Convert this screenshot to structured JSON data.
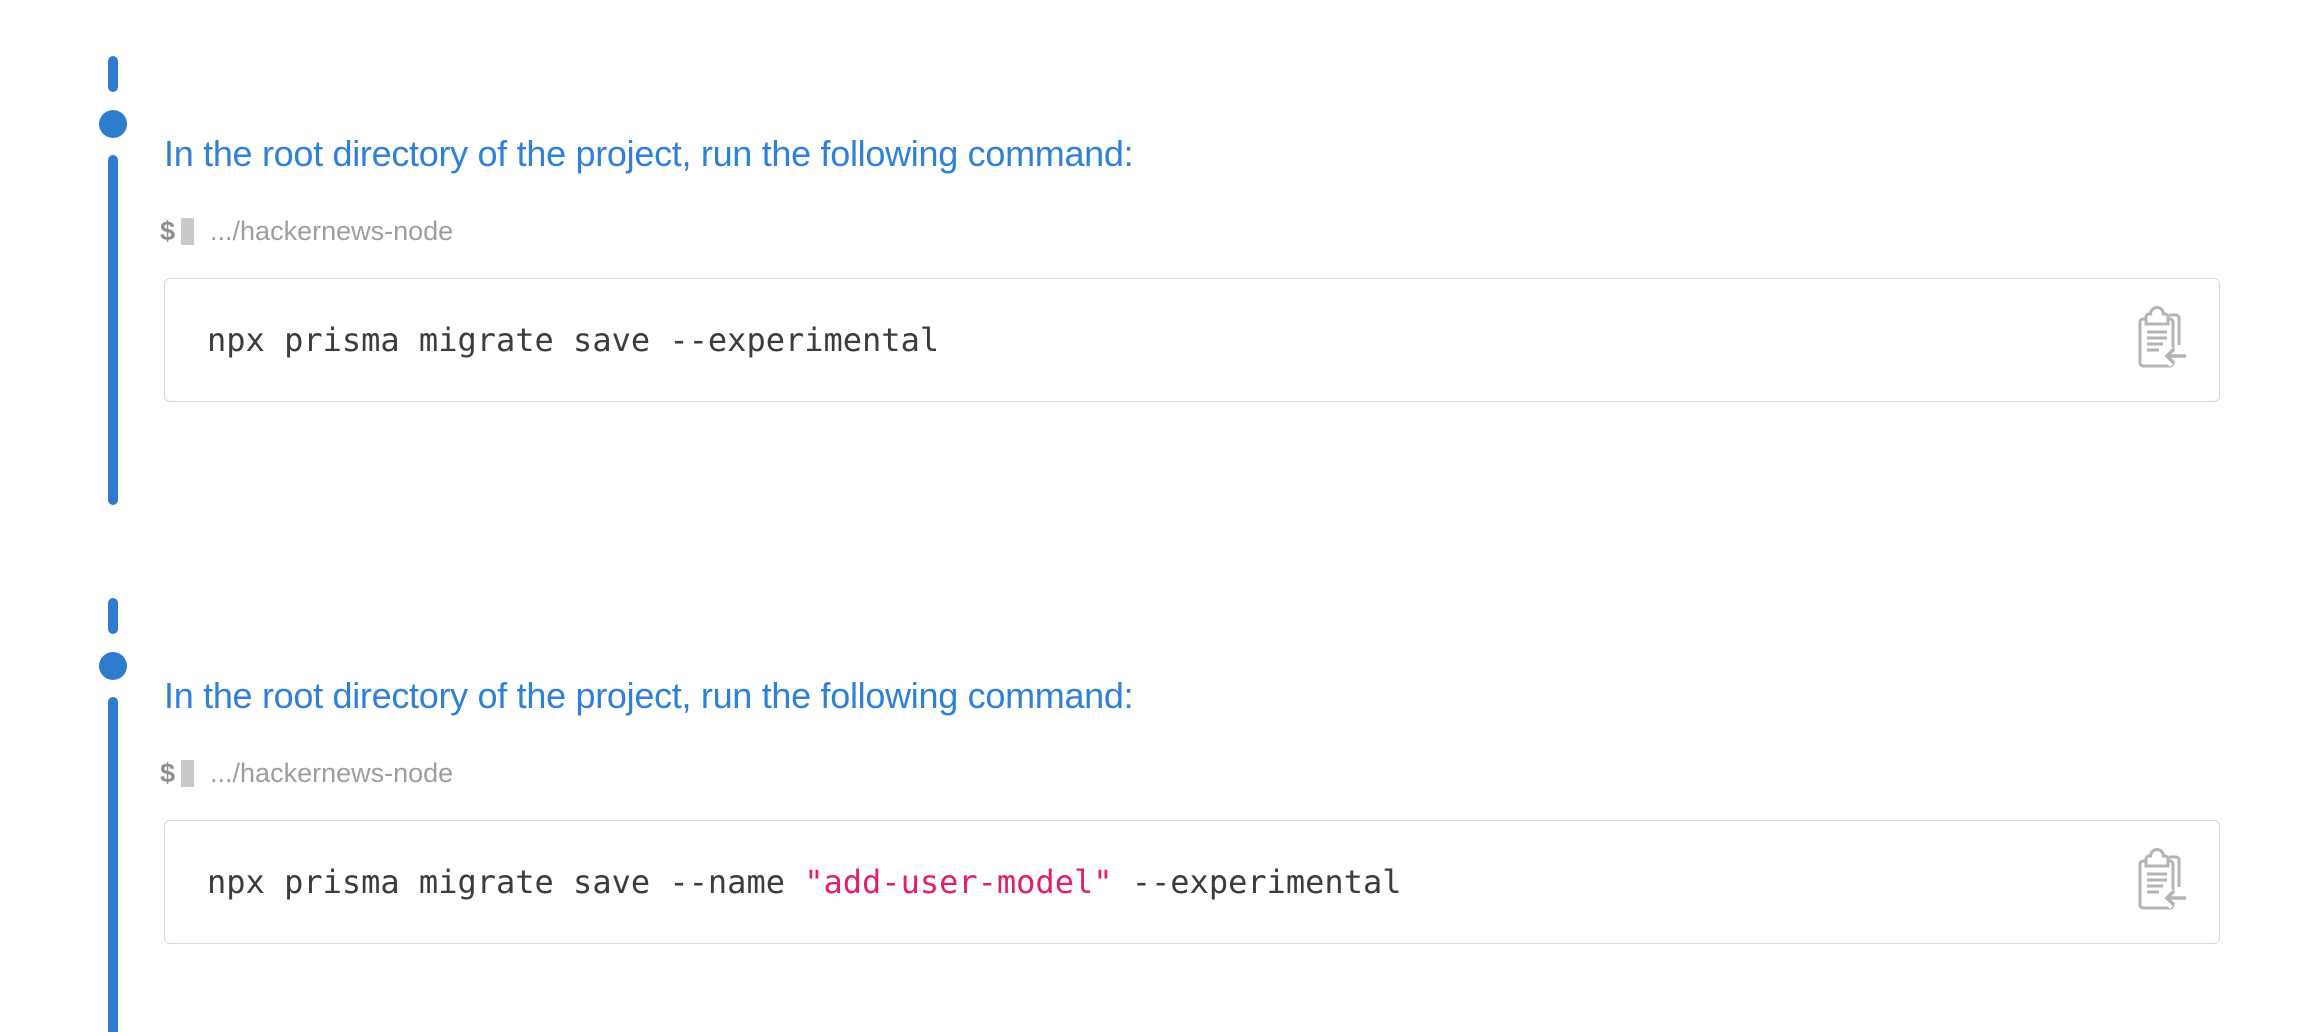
{
  "colors": {
    "accent-blue": "#2e7ccd",
    "heading-blue": "#2f80d9",
    "code-text": "#3c3c3c",
    "code-string-pink": "#e31c6d",
    "muted-gray": "#9e9e9e",
    "prompt-gray": "#8f8f8f",
    "cursor-gray": "#c9c9c9",
    "border-gray": "#d9d9d9",
    "icon-gray": "#b4b4b4"
  },
  "steps": [
    {
      "instruction": "In the root directory of the project, run the following command:",
      "terminal": {
        "prompt": "$",
        "path": ".../hackernews-node"
      },
      "command": [
        {
          "text": "npx prisma migrate save --experimental",
          "token": "plain"
        }
      ],
      "copy_icon": "clipboard-arrow-icon"
    },
    {
      "instruction": "In the root directory of the project, run the following command:",
      "terminal": {
        "prompt": "$",
        "path": ".../hackernews-node"
      },
      "command": [
        {
          "text": "npx prisma migrate save --name ",
          "token": "plain"
        },
        {
          "text": "\"add-user-model\"",
          "token": "string"
        },
        {
          "text": " --experimental",
          "token": "plain"
        }
      ],
      "copy_icon": "clipboard-arrow-icon"
    }
  ]
}
